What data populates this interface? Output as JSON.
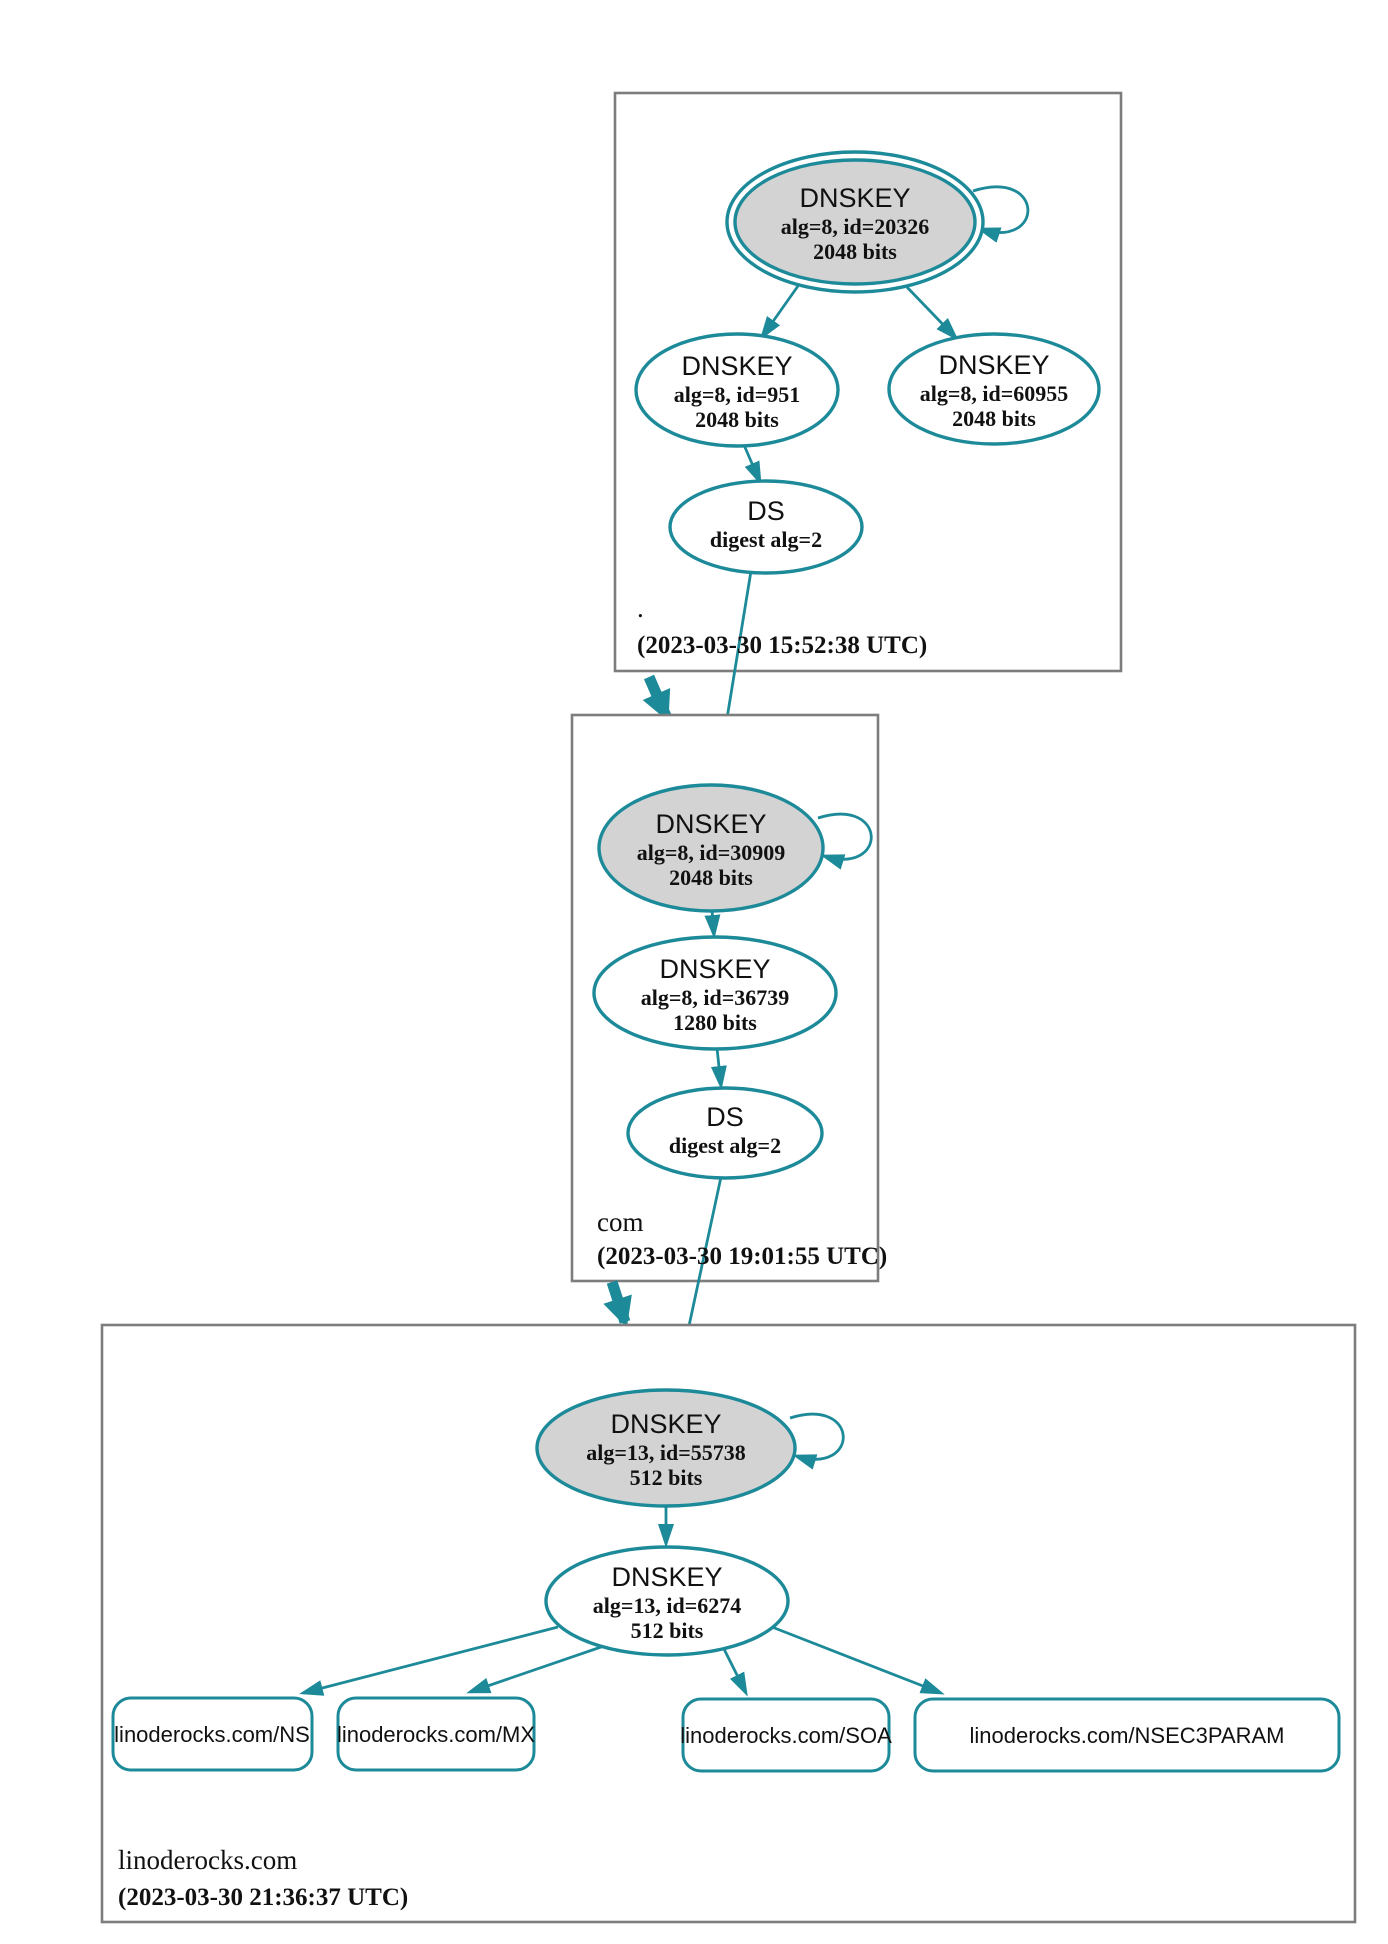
{
  "colors": {
    "teal": "#1d8a99",
    "node_fill": "#d3d3d3",
    "box_border": "#7d7d7d",
    "text": "#111111"
  },
  "zones": {
    "root": {
      "label": ".",
      "timestamp": "(2023-03-30 15:52:38 UTC)",
      "nodes": {
        "ksk": {
          "title": "DNSKEY",
          "detail": "alg=8, id=20326",
          "bits": "2048 bits"
        },
        "zsk_a": {
          "title": "DNSKEY",
          "detail": "alg=8, id=951",
          "bits": "2048 bits"
        },
        "zsk_b": {
          "title": "DNSKEY",
          "detail": "alg=8, id=60955",
          "bits": "2048 bits"
        },
        "ds": {
          "title": "DS",
          "detail": "digest alg=2"
        }
      }
    },
    "com": {
      "label": "com",
      "timestamp": "(2023-03-30 19:01:55 UTC)",
      "nodes": {
        "ksk": {
          "title": "DNSKEY",
          "detail": "alg=8, id=30909",
          "bits": "2048 bits"
        },
        "zsk": {
          "title": "DNSKEY",
          "detail": "alg=8, id=36739",
          "bits": "1280 bits"
        },
        "ds": {
          "title": "DS",
          "detail": "digest alg=2"
        }
      }
    },
    "linoderocks": {
      "label": "linoderocks.com",
      "timestamp": "(2023-03-30 21:36:37 UTC)",
      "nodes": {
        "ksk": {
          "title": "DNSKEY",
          "detail": "alg=13, id=55738",
          "bits": "512 bits"
        },
        "zsk": {
          "title": "DNSKEY",
          "detail": "alg=13, id=6274",
          "bits": "512 bits"
        }
      },
      "rrsets": [
        {
          "label": "linoderocks.com/NS"
        },
        {
          "label": "linoderocks.com/MX"
        },
        {
          "label": "linoderocks.com/SOA"
        },
        {
          "label": "linoderocks.com/NSEC3PARAM"
        }
      ]
    }
  }
}
